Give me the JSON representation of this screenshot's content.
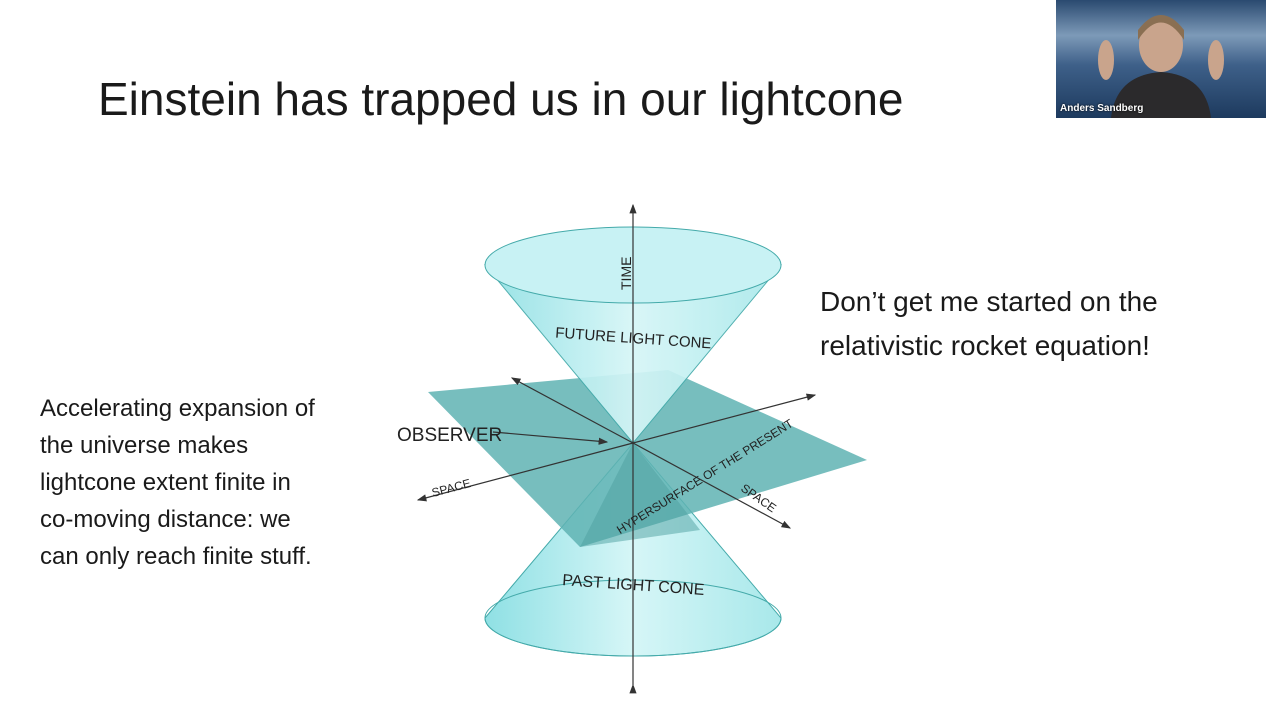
{
  "slide": {
    "title": "Einstein has trapped us in our lightcone",
    "left_text": [
      "Accelerating expansion of",
      "the universe makes",
      "lightcone extent finite in",
      "co-moving distance: we",
      "can only reach finite stuff."
    ],
    "right_text": [
      "Don’t get me started on the",
      "relativistic rocket equation!"
    ]
  },
  "diagram": {
    "time_label": "TIME",
    "future_cone_label": "FUTURE LIGHT CONE",
    "past_cone_label": "PAST LIGHT CONE",
    "observer_label": "OBSERVER",
    "hypersurface_label": "HYPERSURFACE OF THE PRESENT",
    "space_label_left": "SPACE",
    "space_label_right": "SPACE",
    "colors": {
      "cone": "#b8eef0",
      "plane": "#5fb3b3"
    }
  },
  "webcam": {
    "participant_name": "Anders Sandberg"
  }
}
